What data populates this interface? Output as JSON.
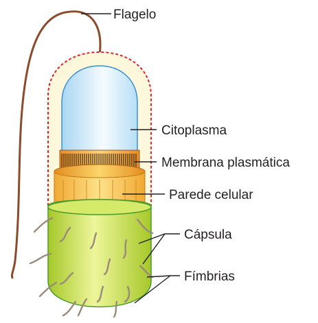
{
  "labels": {
    "flagelo": "Flagelo",
    "citoplasma": "Citoplasma",
    "membrana": "Membrana plasmática",
    "parede": "Parede celular",
    "capsula": "Cápsula",
    "fimbrias": "Fímbrias"
  },
  "colors": {
    "flagellum": "#8b4a2b",
    "capsule_halo": "#fdf8dc",
    "capsule_border": "#e0262a",
    "cytoplasm": "#cfe9f8",
    "membrane": "#f3a83a",
    "cell_wall": "#f6c24a",
    "capsule_body": "#cfe05a",
    "fimbriae": "#9a8a7a",
    "text": "#231f20"
  }
}
